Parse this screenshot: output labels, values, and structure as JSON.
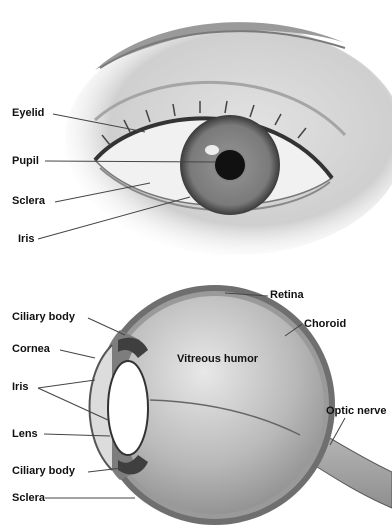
{
  "top_figure": {
    "labels": {
      "eyelid": "Eyelid",
      "pupil": "Pupil",
      "sclera": "Sclera",
      "iris": "Iris"
    }
  },
  "bottom_figure": {
    "labels": {
      "retina": "Retina",
      "ciliary_body_top": "Ciliary body",
      "choroid": "Choroid",
      "cornea": "Cornea",
      "vitreous_humor": "Vitreous humor",
      "iris": "Iris",
      "optic_nerve": "Optic nerve",
      "lens": "Lens",
      "ciliary_body_bottom": "Ciliary body",
      "sclera": "Sclera"
    }
  }
}
